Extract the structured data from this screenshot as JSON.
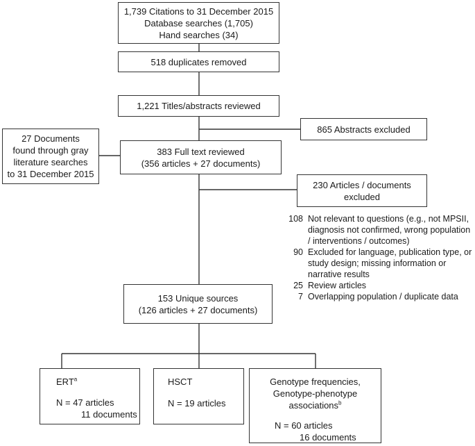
{
  "identification": {
    "line1": "1,739 Citations to 31 December 2015",
    "line2": "Database searches (1,705)",
    "line3": "Hand searches (34)"
  },
  "duplicates": {
    "label": "518 duplicates removed"
  },
  "screening": {
    "label": "1,221 Titles/abstracts reviewed"
  },
  "abstracts_excluded": {
    "label": "865 Abstracts excluded"
  },
  "gray_literature": {
    "line1": "27 Documents",
    "line2": "found through gray",
    "line3": "literature searches",
    "line4": "to 31 December 2015"
  },
  "full_text": {
    "line1": "383 Full text reviewed",
    "line2": "(356 articles + 27 documents)"
  },
  "excluded": {
    "line1": "230 Articles / documents",
    "line2": "excluded",
    "reasons": [
      {
        "count": "108",
        "text": "Not relevant to questions (e.g., not MPSII, diagnosis not confirmed, wrong population / interventions / outcomes)"
      },
      {
        "count": "90",
        "text": "Excluded for language, publication type, or study design; missing information or narrative results"
      },
      {
        "count": "25",
        "text": "Review articles"
      },
      {
        "count": "7",
        "text": "Overlapping population / duplicate data"
      }
    ]
  },
  "unique_sources": {
    "line1": "153 Unique sources",
    "line2": "(126 articles + 27 documents)"
  },
  "ert": {
    "title": "ERT",
    "sup": "a",
    "line1": "N = 47 articles",
    "line2": "11 documents"
  },
  "hsct": {
    "title": "HSCT",
    "line1": "N = 19 articles"
  },
  "genotype": {
    "line1": "Genotype frequencies,",
    "line2": "Genotype-phenotype",
    "line3": "associations",
    "sup": "b",
    "line4": "N = 60 articles",
    "line5": "16 documents"
  }
}
